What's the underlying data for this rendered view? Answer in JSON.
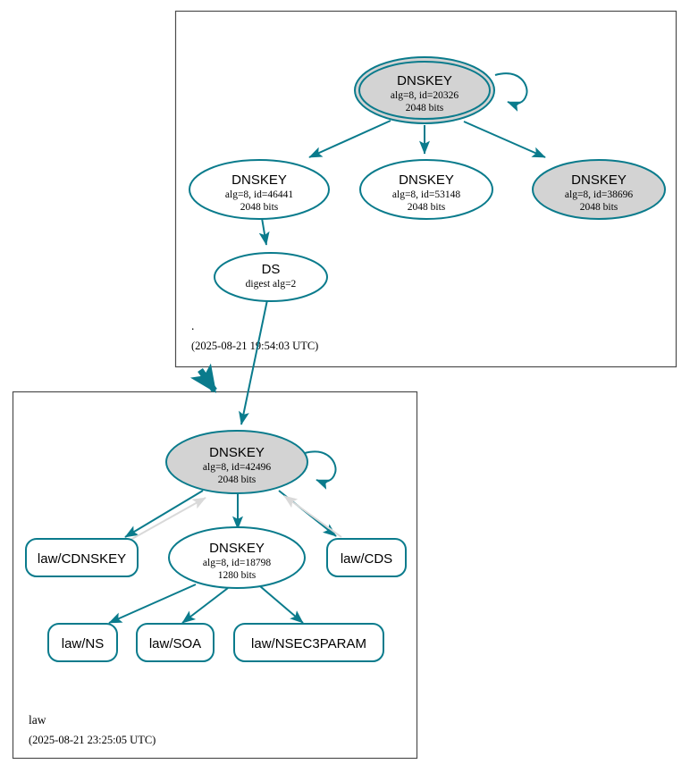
{
  "diagram": {
    "type": "dnssec-authentication-chain",
    "colors": {
      "secure": "#0a7b8c",
      "key_fill": "#d3d3d3",
      "rrset_fill": "#ffffff",
      "cluster_border": "#4d4d4d",
      "insecure_edge": "#d9d9d9"
    }
  },
  "zones": [
    {
      "id": "root",
      "name": ".",
      "timestamp": "(2025-08-21 19:54:03 UTC)"
    },
    {
      "id": "law",
      "name": "law",
      "timestamp": "(2025-08-21 23:25:05 UTC)"
    }
  ],
  "nodes": {
    "root_ksk": {
      "type": "DNSKEY",
      "title": "DNSKEY",
      "params": "alg=8, id=20326",
      "size": "2048 bits",
      "sep": true,
      "filled": true
    },
    "root_zsk_46441": {
      "type": "DNSKEY",
      "title": "DNSKEY",
      "params": "alg=8, id=46441",
      "size": "2048 bits",
      "sep": false,
      "filled": false
    },
    "root_zsk_53148": {
      "type": "DNSKEY",
      "title": "DNSKEY",
      "params": "alg=8, id=53148",
      "size": "2048 bits",
      "sep": false,
      "filled": false
    },
    "root_zsk_38696": {
      "type": "DNSKEY",
      "title": "DNSKEY",
      "params": "alg=8, id=38696",
      "size": "2048 bits",
      "sep": false,
      "filled": true
    },
    "ds_law": {
      "type": "DS",
      "title": "DS",
      "params": "digest alg=2",
      "size": "",
      "sep": false,
      "filled": false
    },
    "law_ksk": {
      "type": "DNSKEY",
      "title": "DNSKEY",
      "params": "alg=8, id=42496",
      "size": "2048 bits",
      "sep": false,
      "filled": true
    },
    "law_zsk": {
      "type": "DNSKEY",
      "title": "DNSKEY",
      "params": "alg=8, id=18798",
      "size": "1280 bits",
      "sep": false,
      "filled": false
    }
  },
  "rrsets": {
    "law_cdnskey": {
      "label": "law/CDNSKEY"
    },
    "law_cds": {
      "label": "law/CDS"
    },
    "law_ns": {
      "label": "law/NS"
    },
    "law_soa": {
      "label": "law/SOA"
    },
    "law_nsec3param": {
      "label": "law/NSEC3PARAM"
    }
  }
}
